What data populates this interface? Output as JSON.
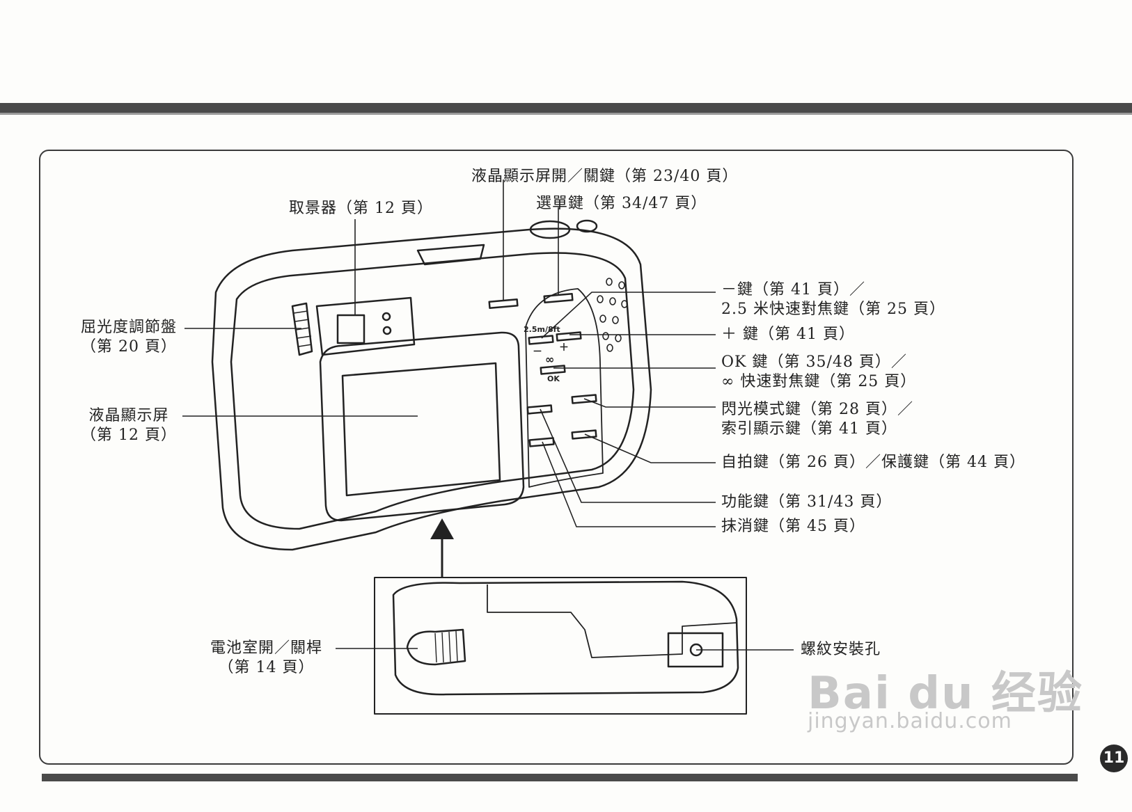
{
  "labels": {
    "lcd_onoff": "液晶顯示屏開／關鍵（第 23/40 頁）",
    "menu": "選單鍵（第 34/47 頁）",
    "viewfinder": "取景器（第 12 頁）",
    "diopter_1": "屈光度調節盤",
    "diopter_2": "（第 20 頁）",
    "lcd_1": "液晶顯示屏",
    "lcd_2": "（第 12 頁）",
    "minus_1": "－鍵（第 41 頁）／",
    "minus_2": "2.5 米快速對焦鍵（第 25 頁）",
    "plus": "＋ 鍵（第 41 頁）",
    "ok_1": "OK 鍵（第 35/48 頁）／",
    "ok_2": "∞ 快速對焦鍵（第 25 頁）",
    "flash_1": "閃光模式鍵（第 28 頁）／",
    "flash_2": "索引顯示鍵（第 41 頁）",
    "selftimer": "自拍鍵（第 26 頁）／保護鍵（第 44 頁）",
    "function": "功能鍵（第 31/43 頁）",
    "erase": "抹消鍵（第 45 頁）",
    "battery_1": "電池室開／關桿",
    "battery_2": "（第 14 頁）",
    "tripod": "螺紋安裝孔"
  },
  "camera_marks": {
    "quick_focus": "2.5m/8ft",
    "minus": "－",
    "plus": "＋",
    "infinity": "∞",
    "ok": "OK"
  },
  "page_number": "11",
  "watermark": {
    "brand": "Bai du 经验",
    "url": "jingyan.baidu.com"
  }
}
